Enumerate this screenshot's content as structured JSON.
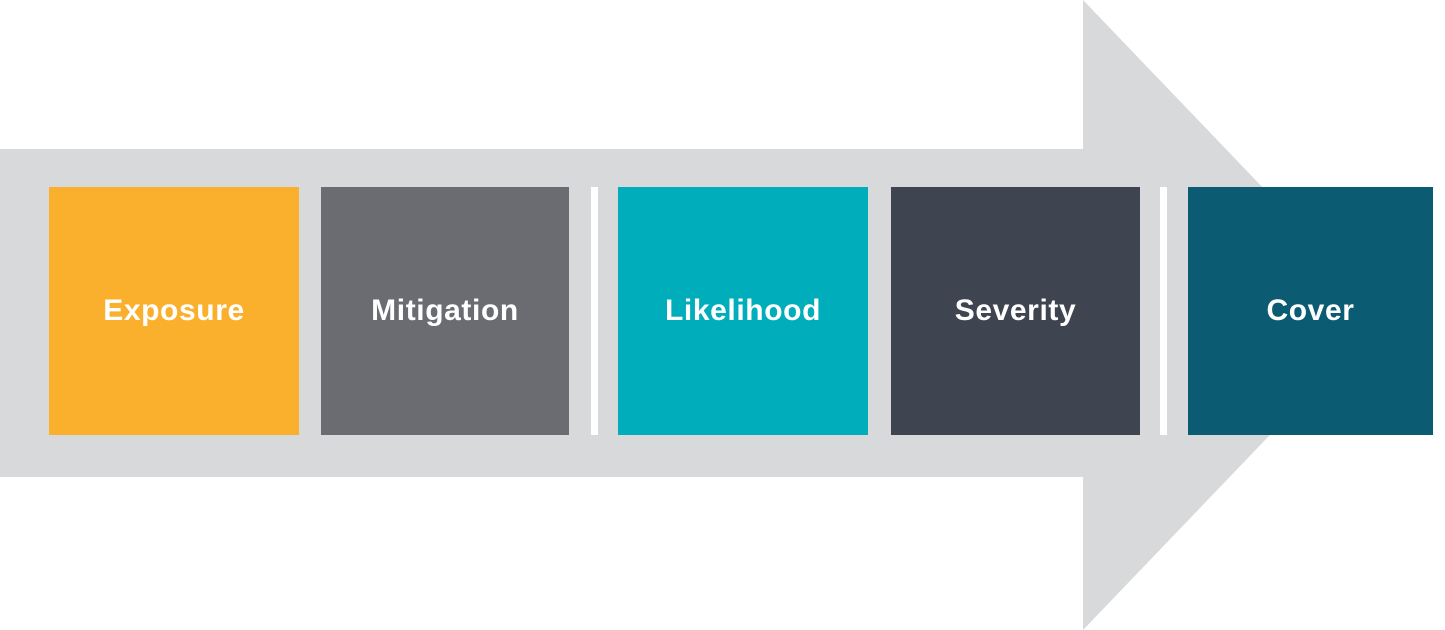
{
  "arrow": {
    "color": "#D8D9DA",
    "direction": "right"
  },
  "separator": {
    "color": "#FFFFFF"
  },
  "label_text_color": "#FFFFFF",
  "steps": [
    {
      "label": "Exposure",
      "color": "#FBB02D"
    },
    {
      "label": "Mitigation",
      "color": "#6A6C71"
    },
    {
      "label": "Likelihood",
      "color": "#00AEBB"
    },
    {
      "label": "Severity",
      "color": "#3E4450"
    },
    {
      "label": "Cover",
      "color": "#0B5C72"
    }
  ]
}
